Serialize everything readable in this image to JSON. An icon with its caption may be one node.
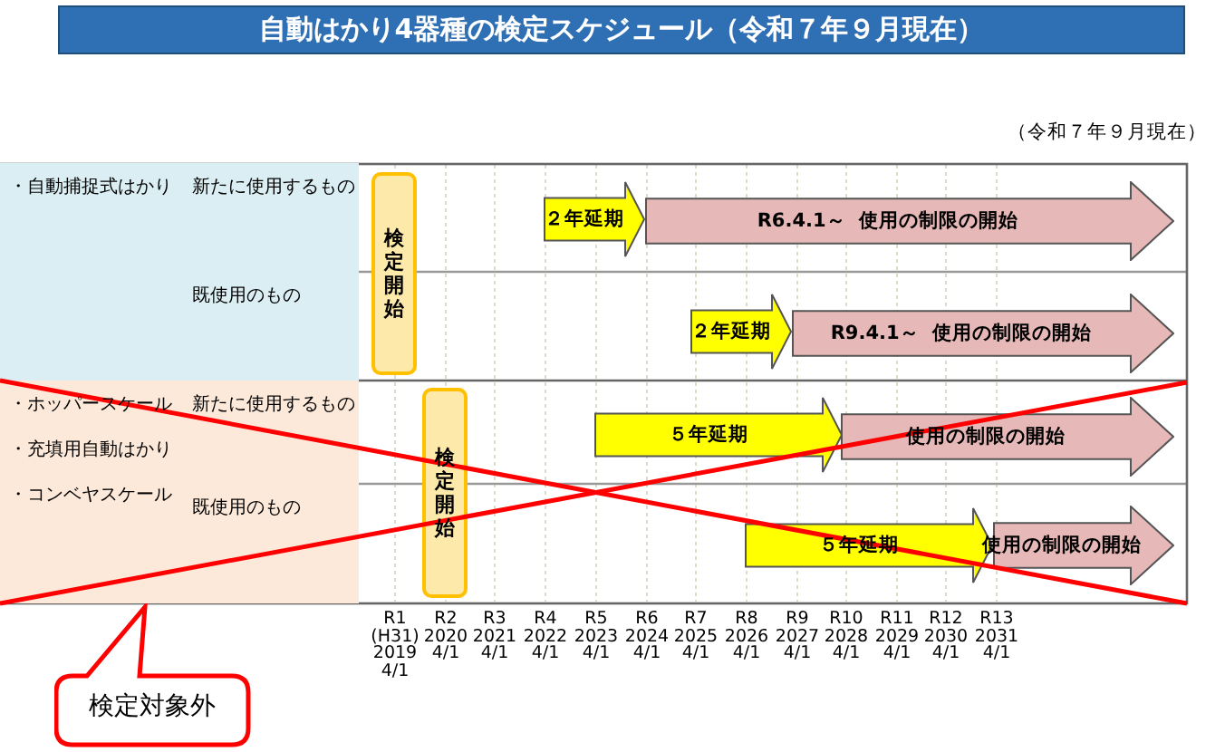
{
  "diagram": {
    "title": "自動はかり4器種の検定スケジュール（令和７年９月現在）",
    "nodes": [
      {
        "text": [
          "・自動捕捉式はかり"
        ]
      },
      {
        "text": [
          "新たに使用するもの"
        ]
      },
      {
        "text": [
          "既使用のもの"
        ]
      },
      {
        "text": [
          "・ホッパースケール",
          "・充填用自動はかり",
          "・コンベヤスケール"
        ]
      },
      {
        "text": [
          "新たに使用するもの"
        ]
      },
      {
        "text": [
          "既使用のもの"
        ]
      },
      {
        "text": [
          "検定開始"
        ]
      },
      {
        "text": [
          "２年延期"
        ]
      },
      {
        "text": [
          "R6.4.1～  使用の制限の開始"
        ]
      },
      {
        "text": [
          "２年延期"
        ]
      },
      {
        "text": [
          "R9.4.1～  使用の制限の開始"
        ]
      },
      {
        "text": [
          "検定開始"
        ]
      },
      {
        "text": [
          "５年延期"
        ]
      },
      {
        "text": [
          "使用の制限の開始"
        ]
      },
      {
        "text": [
          "５年延期"
        ]
      },
      {
        "text": [
          "使用の制限の開始"
        ]
      },
      {
        "text": [
          "検定対象外"
        ]
      }
    ],
    "labels": [
      "（令和７年９月現在）",
      "R1 (H31) 2019 4/1",
      "R2 2020 4/1",
      "R3 2021 4/1",
      "R4 2022 4/1",
      "R5 2023 4/1",
      "R6 2024 4/1",
      "R7 2025 4/1",
      "R8 2026 4/1",
      "R9 2027 4/1",
      "R10 2028 4/1",
      "R11 2029 4/1",
      "R12 2030 4/1",
      "R13 2031 4/1"
    ]
  }
}
